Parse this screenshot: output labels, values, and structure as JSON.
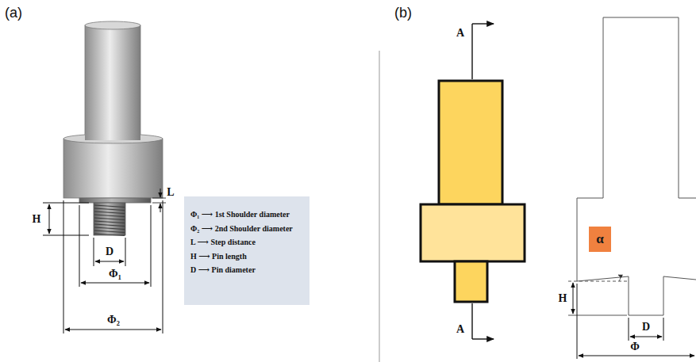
{
  "diagram": {
    "nodes": [
      {
        "text": [
          "Φ₁ ⟶ 1st Shoulder diameter",
          "Φ₂ ⟶ 2nd Shoulder diameter",
          "L ⟶ Step distance",
          "H ⟶ Pin length",
          "D ⟶ Pin diameter"
        ]
      },
      {
        "text": [
          "α"
        ]
      }
    ],
    "labels": [
      "(a)",
      "H",
      "D",
      "Φ₁",
      "Φ₂",
      "L",
      "(b)",
      "A",
      "A",
      "H",
      "D",
      "Φ"
    ]
  }
}
